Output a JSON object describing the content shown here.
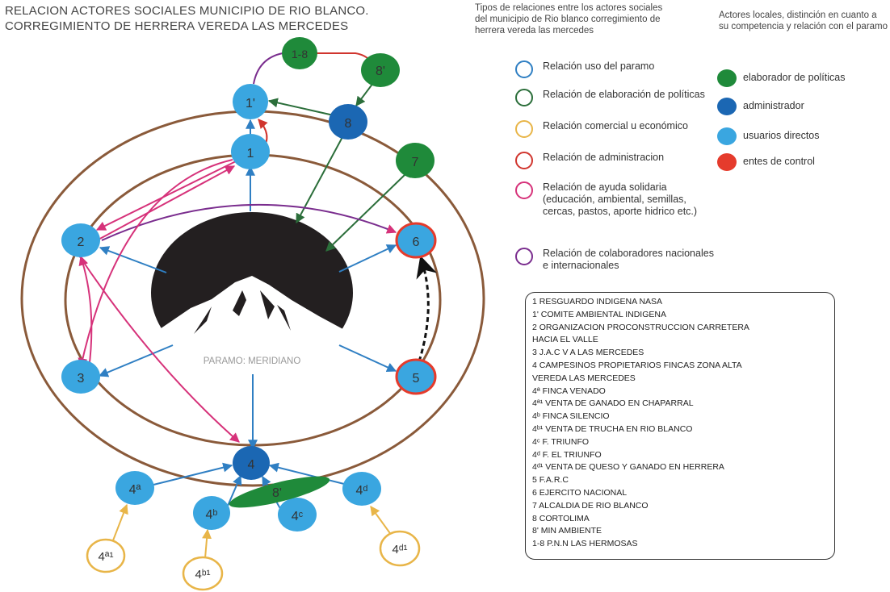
{
  "title": {
    "line1": "RELACION ACTORES SOCIALES MUNICIPIO DE RIO BLANCO.",
    "line2": "CORREGIMIENTO DE HERRERA VEREDA LAS MERCEDES"
  },
  "center_label": "PARAMO: MERIDIANO",
  "nodes": [
    {
      "id": "n18",
      "label": "1-8",
      "role": "elaborador"
    },
    {
      "id": "n8p",
      "label": "8'",
      "role": "elaborador"
    },
    {
      "id": "n1p",
      "label": "1'",
      "role": "usuario"
    },
    {
      "id": "n8",
      "label": "8",
      "role": "administrador"
    },
    {
      "id": "n1",
      "label": "1",
      "role": "usuario"
    },
    {
      "id": "n7",
      "label": "7",
      "role": "elaborador"
    },
    {
      "id": "n2",
      "label": "2",
      "role": "usuario"
    },
    {
      "id": "n6",
      "label": "6",
      "role": "usuario_control"
    },
    {
      "id": "n3",
      "label": "3",
      "role": "usuario"
    },
    {
      "id": "n5",
      "label": "5",
      "role": "usuario_control"
    },
    {
      "id": "n4",
      "label": "4",
      "role": "administrador"
    },
    {
      "id": "n4a",
      "label": "4ª",
      "role": "usuario"
    },
    {
      "id": "n4b",
      "label": "4ᵇ",
      "role": "usuario"
    },
    {
      "id": "n4c",
      "label": "4ᶜ",
      "role": "usuario"
    },
    {
      "id": "n4d",
      "label": "4ᵈ",
      "role": "usuario"
    },
    {
      "id": "n8pp",
      "label": "8'",
      "role": "elaborador"
    },
    {
      "id": "n4a1",
      "label": "4ª¹",
      "role": "comercial"
    },
    {
      "id": "n4b1",
      "label": "4ᵇ¹",
      "role": "comercial"
    },
    {
      "id": "n4d1",
      "label": "4ᵈ¹",
      "role": "comercial"
    }
  ],
  "relations_title": "Tipos de relaciones entre los actores sociales del municipio de Rio blanco corregimiento de herrera vereda las mercedes",
  "relations": [
    {
      "label": "Relación uso del paramo",
      "color": "#2f7fc3"
    },
    {
      "label": "Relación de elaboración de políticas",
      "color": "#2b6e3a"
    },
    {
      "label": "Relación comercial u económico",
      "color": "#e8b548"
    },
    {
      "label": "Relación de administracion",
      "color": "#d0352e"
    },
    {
      "label": "Relación de ayuda solidaria (educación, ambiental, semillas, cercas, pastos, aporte hidrico etc.)",
      "color": "#d6327a"
    },
    {
      "label": "Relación de colaboradores nacionales e internacionales",
      "color": "#7a2d8e"
    }
  ],
  "actors_title": "Actores locales, distinción en cuanto a su competencia y relación con el paramo",
  "actors": [
    {
      "label": "elaborador de políticas",
      "color": "#1f8a3a"
    },
    {
      "label": "administrador",
      "color": "#1b67b3"
    },
    {
      "label": "usuarios directos",
      "color": "#3aa6e0"
    },
    {
      "label": "entes de control",
      "color": "#e53b2c"
    }
  ],
  "legend": [
    "1  RESGUARDO INDIGENA NASA",
    "1'  COMITE AMBIENTAL INDIGENA",
    "2  ORGANIZACION PROCONSTRUCCION CARRETERA",
    "HACIA EL VALLE",
    "3  J.A.C  V A LAS MERCEDES",
    "4  CAMPESINOS PROPIETARIOS FINCAS ZONA ALTA",
    "VEREDA LAS MERCEDES",
    "4ª FINCA VENADO",
    "4ª¹  VENTA DE GANADO EN CHAPARRAL",
    "4ᵇ FINCA SILENCIO",
    "4ᵇ¹ VENTA DE TRUCHA EN RIO BLANCO",
    "4ᶜ F. TRIUNFO",
    "4ᵈ  F.  EL TRIUNFO",
    "4ᵈ¹ VENTA DE QUESO Y GANADO EN HERRERA",
    "5 F.A.R.C",
    "6 EJERCITO NACIONAL",
    "7  ALCALDIA DE RIO BLANCO",
    "8  CORTOLIMA",
    "8'  MIN AMBIENTE",
    "1-8  P.N.N LAS HERMOSAS"
  ]
}
